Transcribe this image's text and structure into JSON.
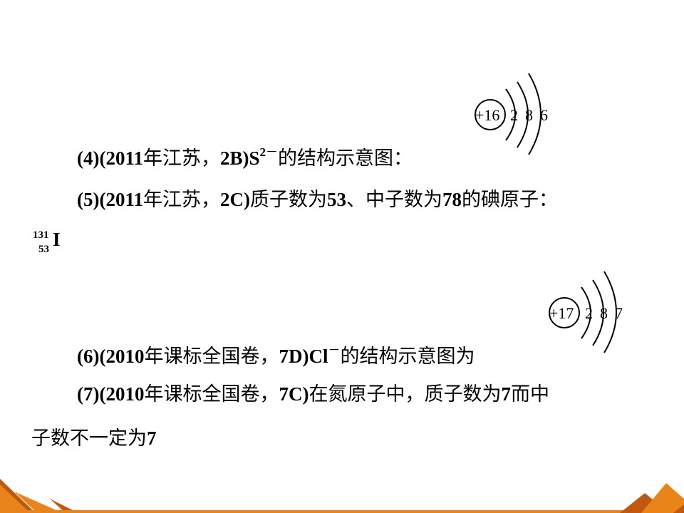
{
  "items": {
    "item4": {
      "num": "(4)(2011",
      "t1": "年江苏，",
      "ref": "2B)S",
      "charge": "2",
      "minus": "－",
      "t2": "的结构示意图："
    },
    "item5": {
      "num": "(5)(2011",
      "t1": "年江苏，",
      "ref": "2C)",
      "t2": "质子数为",
      "n1": "53",
      "t3": "、中子数为",
      "n2": "78",
      "t4": "的碘原子：",
      "mass": "131",
      "atomic": "53",
      "symbol": "I"
    },
    "item6": {
      "num": "(6)(2010",
      "t1": "年课标全国卷，",
      "ref": "7D)Cl",
      "minus": "－",
      "t2": "的结构示意图为"
    },
    "item7": {
      "num": "(7)(2010",
      "t1": "年课标全国卷，",
      "ref": "7C)",
      "t2": "在氮原子中，质子数为",
      "n1": "7",
      "t3": "而中",
      "t4": "子数不一定为",
      "n2": "7"
    }
  },
  "diagrams": {
    "sulfur": {
      "nucleus": "+16",
      "shells": [
        "2",
        "8",
        "6"
      ]
    },
    "chlorine": {
      "nucleus": "+17",
      "shells": [
        "2",
        "8",
        "7"
      ]
    }
  },
  "colors": {
    "footer_orange": "#E8841A",
    "footer_dark": "#C0590F"
  }
}
